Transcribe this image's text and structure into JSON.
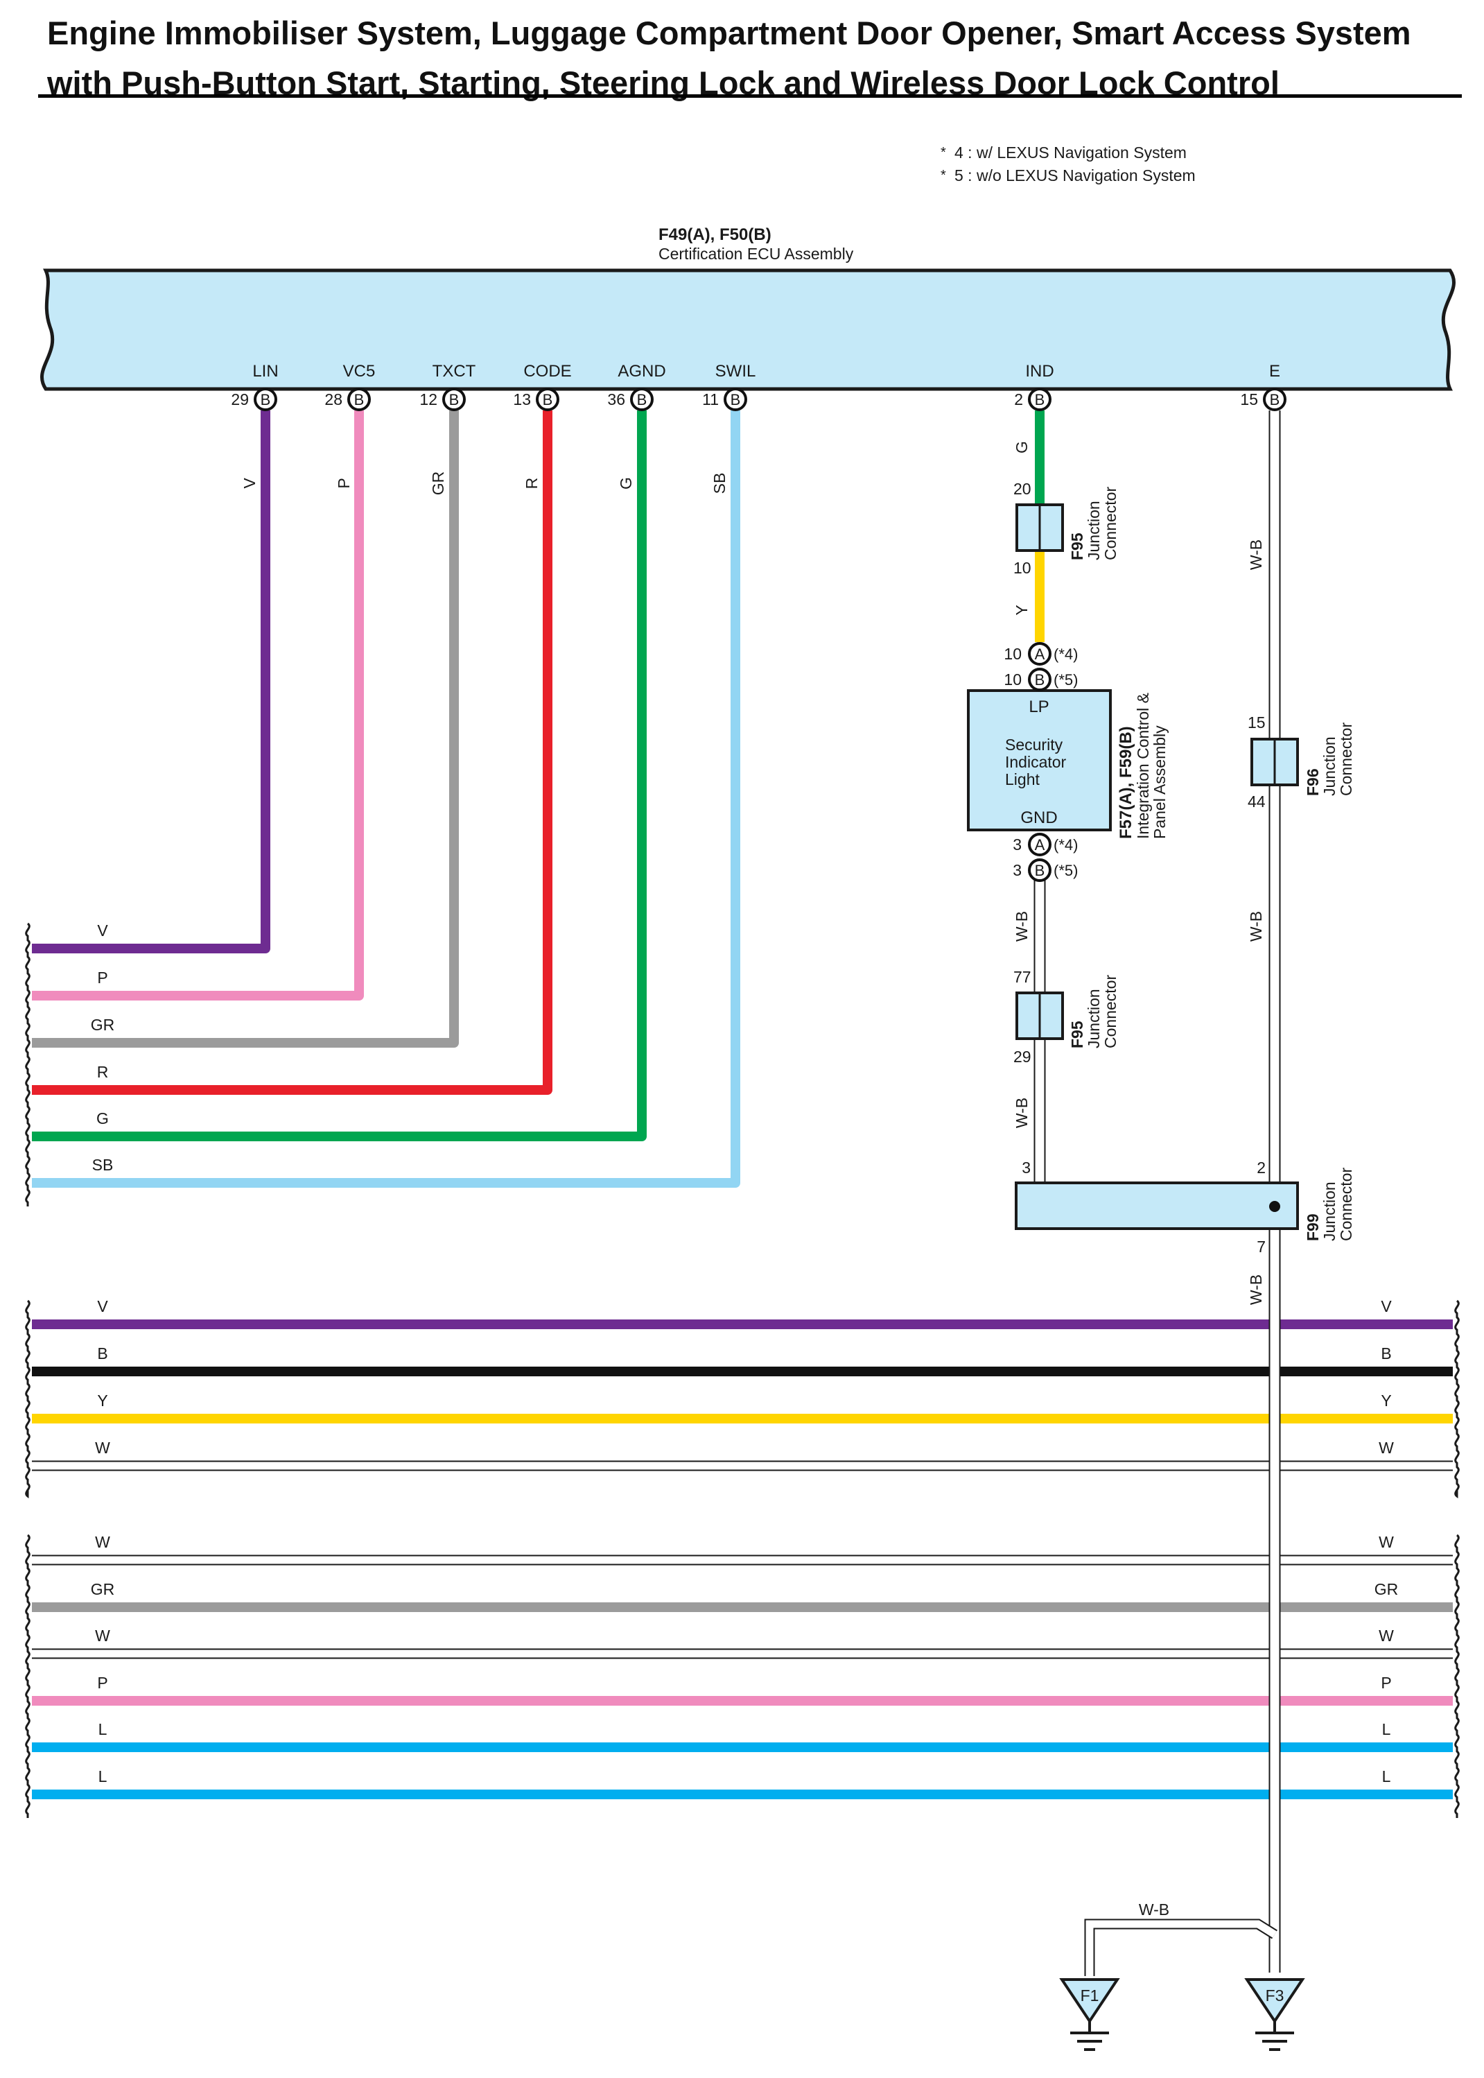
{
  "title": {
    "line1": "Engine Immobiliser System, Luggage Compartment Door Opener, Smart Access System",
    "line2": "with Push-Button Start, Starting, Steering Lock and Wireless Door Lock Control"
  },
  "notes": [
    {
      "mark": "*",
      "text": "4 : w/ LEXUS Navigation System"
    },
    {
      "mark": "*",
      "text": "5 : w/o LEXUS Navigation System"
    }
  ],
  "ecu": {
    "code": "F49(A), F50(B)",
    "name": "Certification ECU Assembly"
  },
  "wire_colors": {
    "V": "#6e2c91",
    "P": "#f08bbd",
    "GR": "#9b9b9b",
    "R": "#e8202a",
    "G": "#00a650",
    "SB": "#92d5f3",
    "Y": "#ffd500",
    "B": "#111111",
    "L": "#00aeef",
    "W": "#ffffff",
    "W-B": "#ffffff"
  },
  "ecu_pins": [
    {
      "name": "LIN",
      "pin": "29",
      "conn": "B",
      "wire": "V"
    },
    {
      "name": "VC5",
      "pin": "28",
      "conn": "B",
      "wire": "P"
    },
    {
      "name": "TXCT",
      "pin": "12",
      "conn": "B",
      "wire": "GR"
    },
    {
      "name": "CODE",
      "pin": "13",
      "conn": "B",
      "wire": "R"
    },
    {
      "name": "AGND",
      "pin": "36",
      "conn": "B",
      "wire": "G"
    },
    {
      "name": "SWIL",
      "pin": "11",
      "conn": "B",
      "wire": "SB"
    },
    {
      "name": "IND",
      "pin": "2",
      "conn": "B",
      "wire": "G"
    },
    {
      "name": "E",
      "pin": "15",
      "conn": "B",
      "wire": "W-B"
    }
  ],
  "junctions": {
    "f95_upper": {
      "code": "F95",
      "name1": "Junction",
      "name2": "Connector",
      "pin_top": "20",
      "pin_bottom": "10"
    },
    "f95_lower": {
      "code": "F95",
      "name1": "Junction",
      "name2": "Connector",
      "pin_top": "77",
      "pin_bottom": "29"
    },
    "f96": {
      "code": "F96",
      "name1": "Junction",
      "name2": "Connector",
      "pin_top": "15",
      "pin_bottom": "44"
    },
    "f99": {
      "code": "F99",
      "name1": "Junction",
      "name2": "Connector",
      "pin_left": "3",
      "pin_right": "2",
      "pin_bottom": "7"
    }
  },
  "ind_pins": {
    "top": [
      {
        "pin": "10",
        "conn": "A",
        "note": "(*4)"
      },
      {
        "pin": "10",
        "conn": "B",
        "note": "(*5)"
      }
    ],
    "bottom": [
      {
        "pin": "3",
        "conn": "A",
        "note": "(*4)"
      },
      {
        "pin": "3",
        "conn": "B",
        "note": "(*5)"
      }
    ]
  },
  "indicator": {
    "lp": "LP",
    "gnd": "GND",
    "line1": "Security",
    "line2": "Indicator",
    "line3": "Light",
    "code": "F57(A), F59(B)",
    "name1": "Integration Control &",
    "name2": "Panel Assembly"
  },
  "wire_labels": {
    "ind_upper": "G",
    "ind_mid": "Y",
    "ind_lower": "W-B",
    "ind_lower2": "W-B",
    "e_upper": "W-B",
    "e_mid": "W-B",
    "e_lower": "W-B",
    "ground": "W-B"
  },
  "left_block": [
    "V",
    "P",
    "GR",
    "R",
    "G",
    "SB"
  ],
  "through_block1": [
    "V",
    "B",
    "Y",
    "W"
  ],
  "through_block2": [
    "W",
    "GR",
    "W",
    "P",
    "L",
    "L"
  ],
  "grounds": [
    "F1",
    "F3"
  ]
}
